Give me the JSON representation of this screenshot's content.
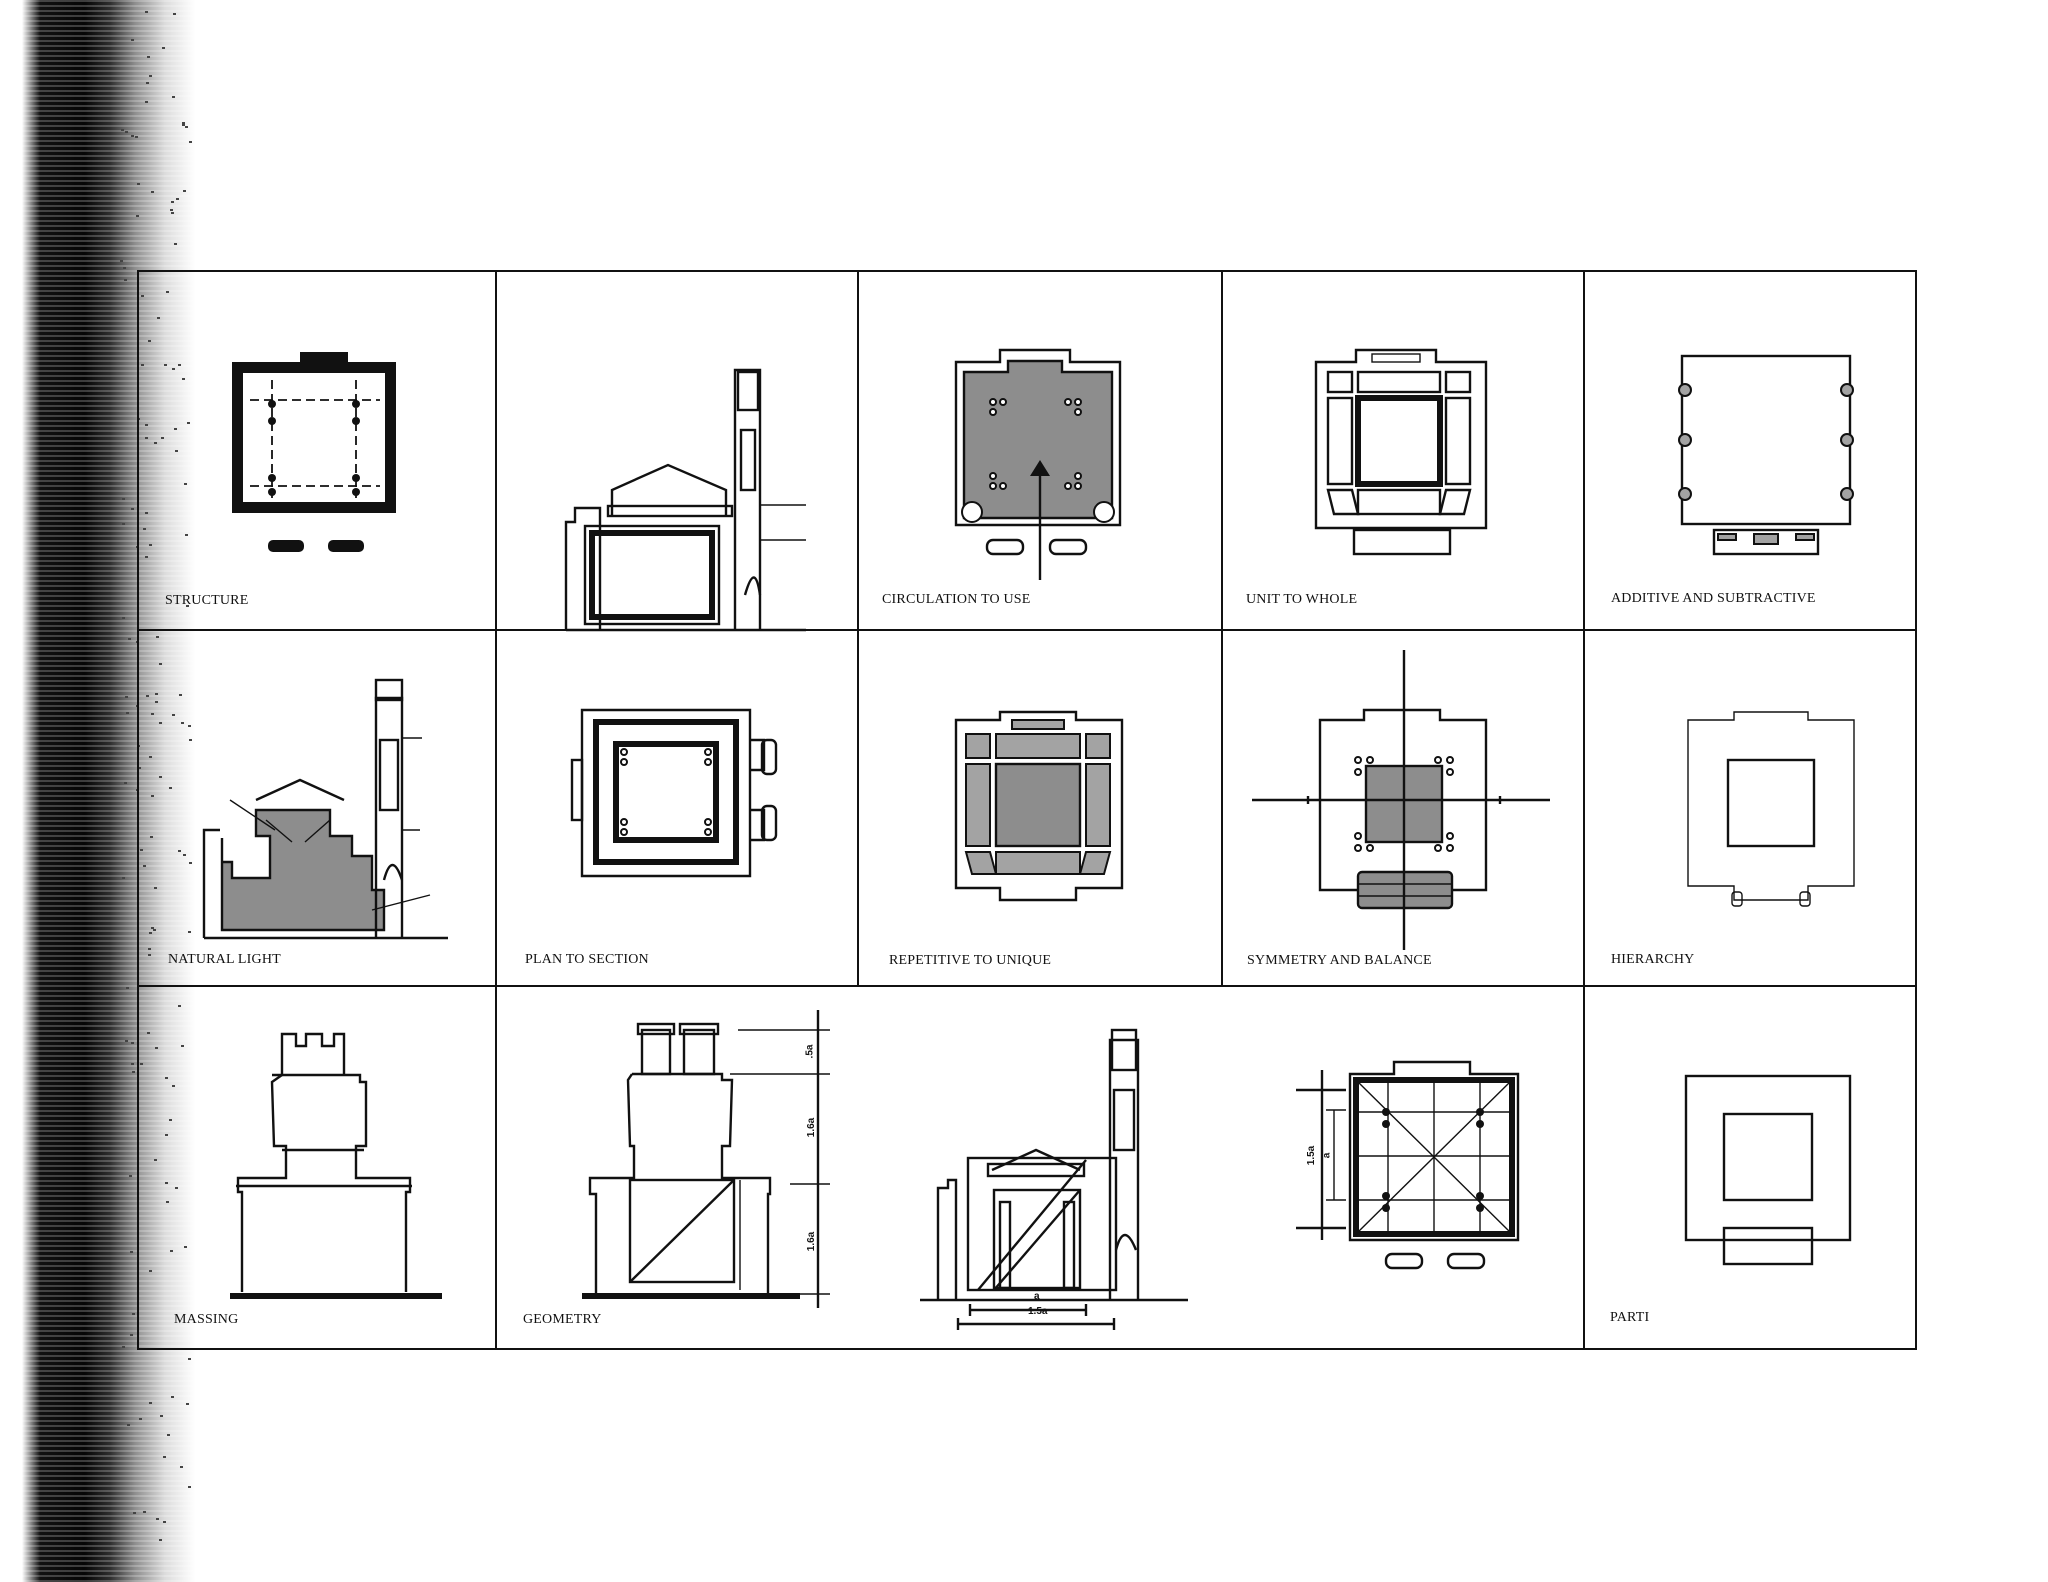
{
  "panels": [
    {
      "label": "STRUCTURE",
      "diagram": "plan-structure"
    },
    {
      "label": "",
      "diagram": "section-plan-overlay"
    },
    {
      "label": "CIRCULATION TO USE",
      "diagram": "plan-circulation"
    },
    {
      "label": "UNIT TO WHOLE",
      "diagram": "plan-units"
    },
    {
      "label": "ADDITIVE AND SUBTRACTIVE",
      "diagram": "plan-additive-subtractive"
    },
    {
      "label": "NATURAL LIGHT",
      "diagram": "section-natural-light"
    },
    {
      "label": "PLAN TO SECTION",
      "diagram": "plan-to-section"
    },
    {
      "label": "REPETITIVE TO UNIQUE",
      "diagram": "plan-repetitive"
    },
    {
      "label": "SYMMETRY AND BALANCE",
      "diagram": "plan-symmetry"
    },
    {
      "label": "HIERARCHY",
      "diagram": "plan-hierarchy"
    },
    {
      "label": "MASSING",
      "diagram": "elevation-massing"
    },
    {
      "label": "GEOMETRY",
      "diagram": "elevation-geometry"
    },
    {
      "label": "",
      "diagram": "section-proportion"
    },
    {
      "label": "",
      "diagram": "plan-proportion"
    },
    {
      "label": "PARTI",
      "diagram": "plan-parti"
    }
  ],
  "dimension_labels": {
    "elevation_top": ".5a",
    "elevation_mid": "1.6a",
    "elevation_base": "1.6a",
    "section_a": "a",
    "section_width": "1.5a",
    "plan_depth": "1.5a",
    "plan_a": "a"
  }
}
